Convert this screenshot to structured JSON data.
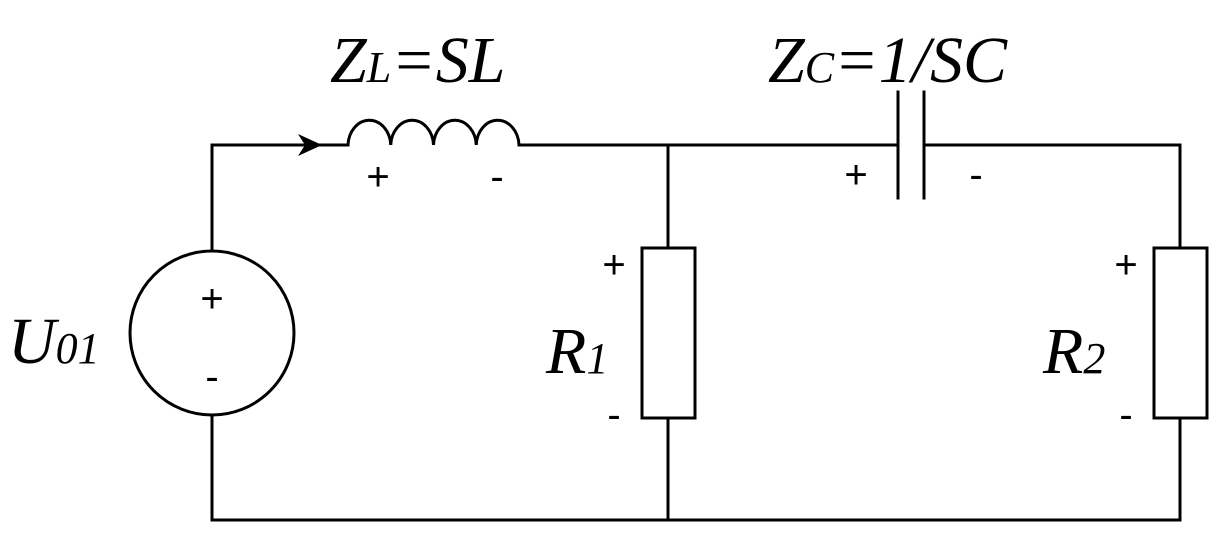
{
  "components": {
    "source": {
      "main": "U",
      "sub": "01",
      "plus": "+",
      "minus": "-"
    },
    "inductor": {
      "main": "Z",
      "sub": "L",
      "rest": "=SL",
      "plus": "+",
      "minus": "-"
    },
    "capacitor": {
      "main": "Z",
      "sub": "C",
      "rest": "=1/SC",
      "plus": "+",
      "minus": "-"
    },
    "r1": {
      "main": "R",
      "sub": "1",
      "plus": "+",
      "minus": "-"
    },
    "r2": {
      "main": "R",
      "sub": "2",
      "plus": "+",
      "minus": "-"
    }
  }
}
